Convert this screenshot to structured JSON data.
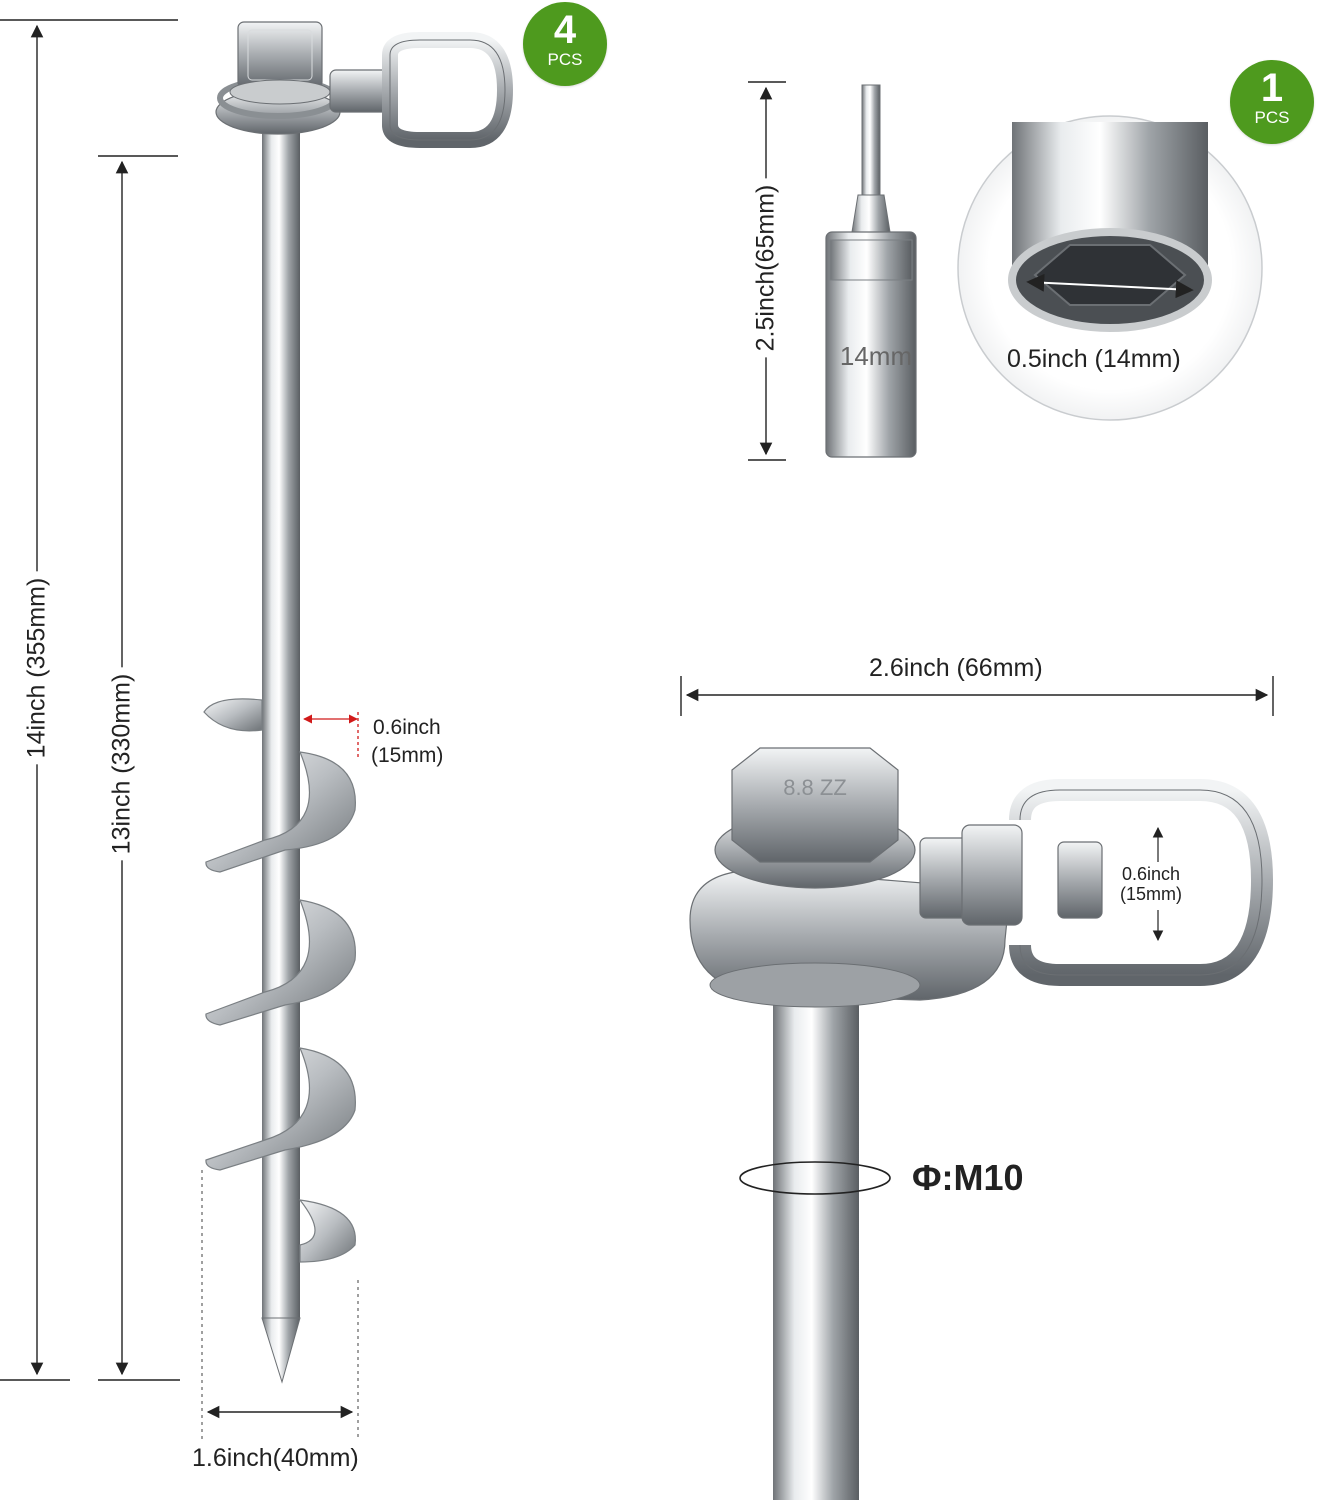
{
  "anchor": {
    "quantity": {
      "number": "4",
      "unit": "PCS"
    },
    "overall_length": "14inch (355mm)",
    "shaft_length": "13inch (330mm)",
    "helix_width": "1.6inch(40mm)",
    "helix_gap_inch": "0.6inch",
    "helix_gap_mm": "(15mm)"
  },
  "socket": {
    "quantity": {
      "number": "1",
      "unit": "PCS"
    },
    "length": "2.5inch(65mm)",
    "engraving": "14mm",
    "inner_size": "0.5inch (14mm)"
  },
  "detail": {
    "head_width": "2.6inch (66mm)",
    "ring_gap_inch": "0.6inch",
    "ring_gap_mm": "(15mm)",
    "bolt_engraving": "8.8 ZZ",
    "rod_diameter": "Φ:M10"
  },
  "colors": {
    "badge": "#4e9a1e",
    "metal": "#b8bcc0",
    "dimension_line": "#222222",
    "gap_marker": "#d11a1a"
  }
}
